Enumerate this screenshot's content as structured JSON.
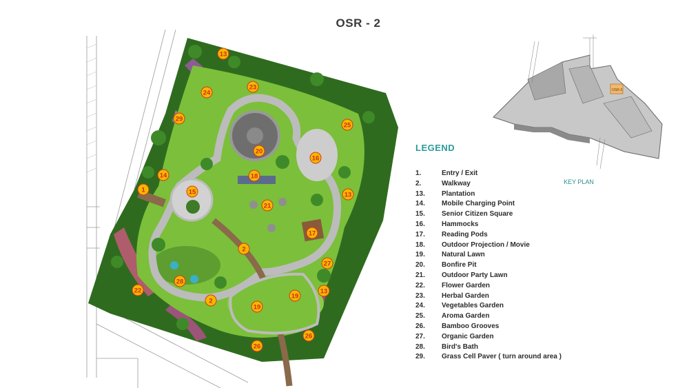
{
  "title": "OSR - 2",
  "legend": {
    "title": "LEGEND",
    "items": [
      {
        "num": "1.",
        "label": "Entry / Exit"
      },
      {
        "num": "2.",
        "label": "Walkway"
      },
      {
        "num": "13.",
        "label": "Plantation"
      },
      {
        "num": "14.",
        "label": "Mobile Charging Point"
      },
      {
        "num": "15.",
        "label": "Senior Citizen Square"
      },
      {
        "num": "16.",
        "label": "Hammocks"
      },
      {
        "num": "17.",
        "label": "Reading Pods"
      },
      {
        "num": "18.",
        "label": "Outdoor Projection / Movie"
      },
      {
        "num": "19.",
        "label": "Natural Lawn"
      },
      {
        "num": "20.",
        "label": "Bonfire Pit"
      },
      {
        "num": "21.",
        "label": "Outdoor Party Lawn"
      },
      {
        "num": "22.",
        "label": "Flower Garden"
      },
      {
        "num": "23.",
        "label": "Herbal Garden"
      },
      {
        "num": "24.",
        "label": "Vegetables Garden"
      },
      {
        "num": "25.",
        "label": "Aroma Garden"
      },
      {
        "num": "26.",
        "label": "Bamboo Grooves"
      },
      {
        "num": "27.",
        "label": "Organic Garden"
      },
      {
        "num": "28.",
        "label": "Bird's Bath"
      },
      {
        "num": "29.",
        "label": "Grass Cell Paver ( turn around area )"
      }
    ]
  },
  "key_plan": {
    "label": "KEY PLAN",
    "highlight_text": "OSR-2"
  },
  "plan_labels": [
    "13",
    "23",
    "24",
    "29",
    "25",
    "20",
    "16",
    "14",
    "1",
    "15",
    "18",
    "21",
    "13",
    "17",
    "2",
    "27",
    "28",
    "22",
    "13",
    "19",
    "19",
    "2",
    "26",
    "26"
  ],
  "colors": {
    "lawn": "#7cbf3a",
    "plantation": "#2f6b1f",
    "walkway": "#bcbcbc",
    "path": "#8a6a4a",
    "label_fill": "#f5b800",
    "label_text": "#d42a1a",
    "legend_title": "#2a9a9a"
  }
}
